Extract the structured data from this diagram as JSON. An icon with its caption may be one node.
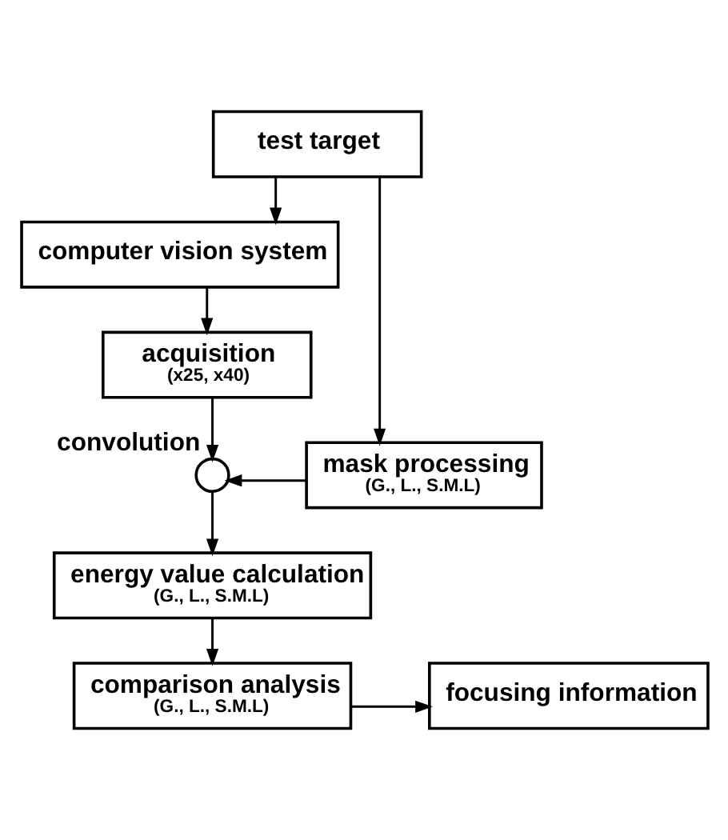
{
  "diagram": {
    "nodes": [
      {
        "text": [
          "test target"
        ]
      },
      {
        "text": [
          "computer vision system"
        ]
      },
      {
        "text": [
          "acquisition",
          "(x25, x40)"
        ]
      },
      {
        "text": [],
        "shape": "circle",
        "beside": [
          "convolution"
        ]
      },
      {
        "text": [
          "mask processing",
          "(G., L., S.M.L)"
        ]
      },
      {
        "text": [
          "energy value calculation",
          "(G., L., S.M.L)"
        ]
      },
      {
        "text": [
          "comparison analysis",
          "(G., L., S.M.L)"
        ]
      },
      {
        "text": [
          "focusing information"
        ]
      }
    ],
    "edges": [
      {
        "from": 0,
        "to": 1,
        "arrow": "to"
      },
      {
        "from": 1,
        "to": 2,
        "arrow": "to"
      },
      {
        "from": 2,
        "to": 3,
        "arrow": "to"
      },
      {
        "from": 0,
        "to": 4,
        "arrow": "to"
      },
      {
        "from": 4,
        "to": 3,
        "arrow": "to"
      },
      {
        "from": 3,
        "to": 5,
        "arrow": "to"
      },
      {
        "from": 5,
        "to": 6,
        "arrow": "to"
      },
      {
        "from": 6,
        "to": 7,
        "arrow": "to"
      }
    ]
  }
}
